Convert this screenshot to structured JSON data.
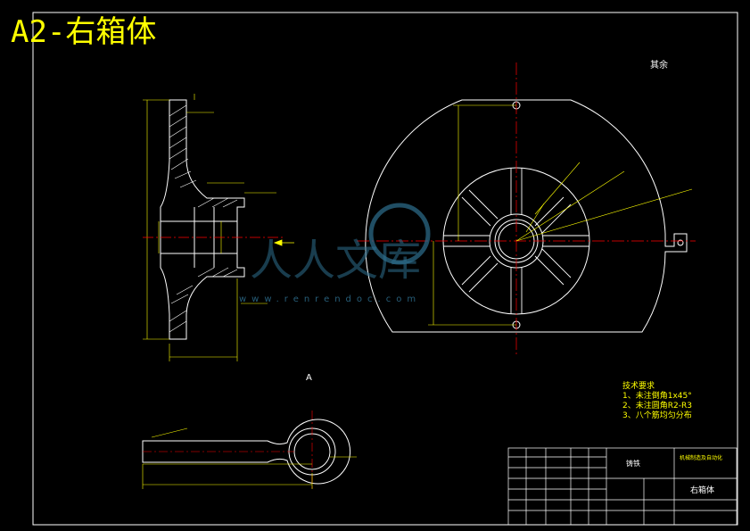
{
  "title": "A2-右箱体",
  "roughness_note": "其余",
  "view_label": "A",
  "tech_requirements": {
    "heading": "技术要求",
    "items": [
      "1、未注倒角1x45°",
      "2、未注圆角R2-R3",
      "3、八个筋均匀分布"
    ]
  },
  "title_block": {
    "material": "铸铁",
    "part_name": "右箱体",
    "school": "机械制造及自动化"
  },
  "watermark": {
    "text": "人人文库",
    "url": "www.renrendoc.com"
  },
  "colors": {
    "background": "#000000",
    "geometry": "#ffffff",
    "dimension": "#ffff00",
    "centerline": "#ff0000",
    "watermark": "#2e6f8f"
  }
}
